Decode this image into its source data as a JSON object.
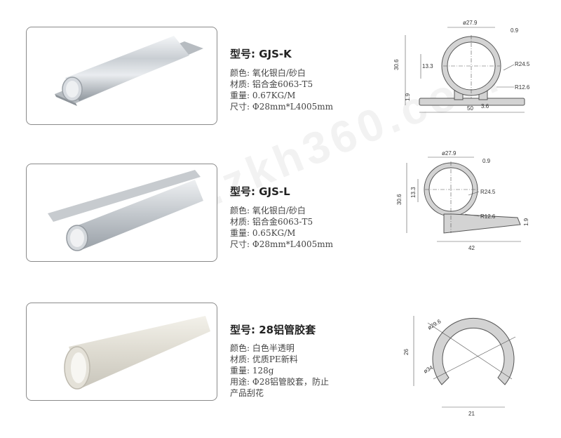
{
  "watermark": "www.zkh360.com",
  "products": [
    {
      "model": "型号: GJS-K",
      "specs": [
        "颜色: 氧化银白/砂白",
        "材质: 铝合金6063-T5",
        "重量: 0.67KG/M",
        "尺寸: Φ28mm*L4005mm"
      ],
      "dims": {
        "d": "ø27.9",
        "t": "0.9",
        "h": "30.6",
        "c": "13.3",
        "r1": "R24.5",
        "r2": "R12.6",
        "f": "1.9",
        "w": "50",
        "s": "3.6"
      }
    },
    {
      "model": "型号: GJS-L",
      "specs": [
        "颜色: 氧化银白/砂白",
        "材质: 铝合金6063-T5",
        "重量: 0.65KG/M",
        "尺寸: Φ28mm*L4005mm"
      ],
      "dims": {
        "d": "ø27.9",
        "t": "0.9",
        "h": "30.6",
        "c": "13.3",
        "r1": "R24.5",
        "r2": "R12.6",
        "f": "1.9",
        "w": "42"
      }
    },
    {
      "model": "型号: 28铝管胶套",
      "specs": [
        "颜色: 白色半透明",
        "材质: 优质PE新料",
        "重量: 128g",
        "用途: Φ28铝管胶套，防止",
        "产品刮花"
      ],
      "dims": {
        "d1": "ø29.6",
        "d2": "ø34",
        "h": "26",
        "w": "21"
      }
    }
  ]
}
